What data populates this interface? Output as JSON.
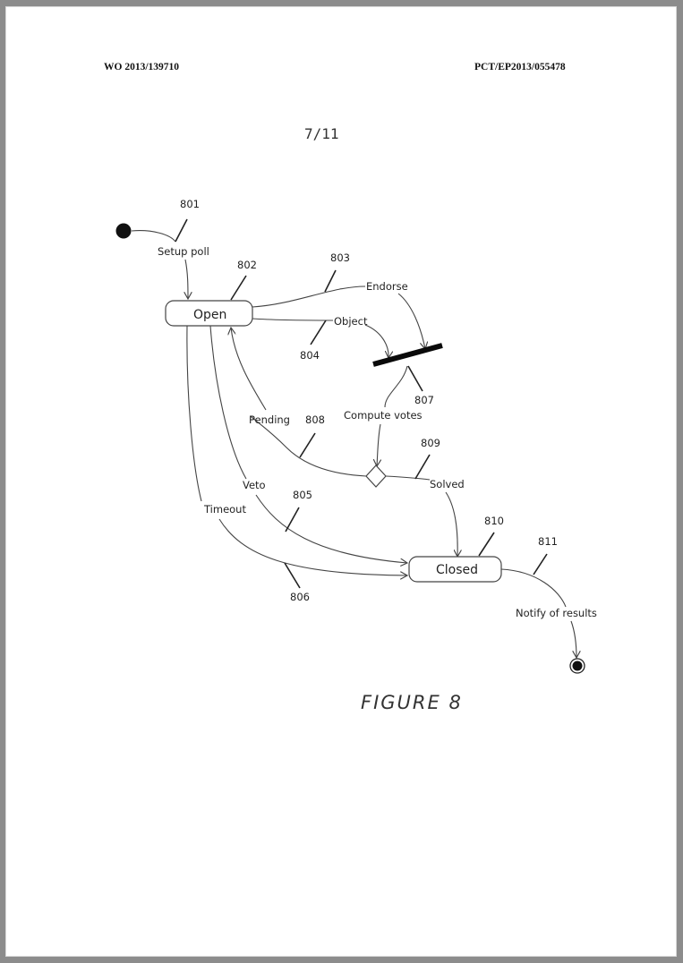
{
  "document": {
    "publication_number": "WO 2013/139710",
    "application_number": "PCT/EP2013/055478",
    "sheet": "7/11",
    "figure_caption": "FIGURE 8"
  },
  "diagram": {
    "type": "state-diagram",
    "states": [
      {
        "id": "open",
        "label": "Open",
        "ref": "802"
      },
      {
        "id": "closed",
        "label": "Closed",
        "ref": "810"
      }
    ],
    "pseudo_states": [
      {
        "id": "initial",
        "kind": "initial"
      },
      {
        "id": "fork",
        "kind": "join-bar",
        "ref": "807"
      },
      {
        "id": "choice",
        "kind": "decision"
      },
      {
        "id": "final",
        "kind": "final"
      }
    ],
    "transitions": [
      {
        "from": "initial",
        "to": "open",
        "label": "Setup poll",
        "ref": "801"
      },
      {
        "from": "open",
        "to": "fork",
        "label": "Endorse",
        "ref": "803"
      },
      {
        "from": "open",
        "to": "fork",
        "label": "Object",
        "ref": "804"
      },
      {
        "from": "fork",
        "to": "choice",
        "label": "Compute votes",
        "ref": "807"
      },
      {
        "from": "choice",
        "to": "open",
        "label": "Pending",
        "ref": "808"
      },
      {
        "from": "choice",
        "to": "closed",
        "label": "Solved",
        "ref": "809"
      },
      {
        "from": "open",
        "to": "closed",
        "label": "Veto",
        "ref": "805"
      },
      {
        "from": "open",
        "to": "closed",
        "label": "Timeout",
        "ref": "806"
      },
      {
        "from": "closed",
        "to": "final",
        "label": "Notify of results",
        "ref": "811"
      }
    ]
  }
}
